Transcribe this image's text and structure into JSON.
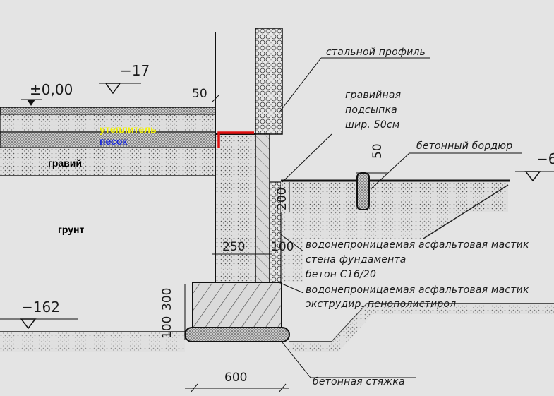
{
  "levels": {
    "zero": "±0,00",
    "minus17": "−17",
    "minus6": "−6",
    "minus162": "−162"
  },
  "dims": {
    "d50_top": "50",
    "d50_border": "50",
    "d200": "200",
    "d250": "250",
    "d100_wall": "100",
    "d300": "300",
    "d100_base": "100",
    "d600": "600"
  },
  "labels": {
    "steel_profile": "стальной профиль",
    "gravel_fill": [
      "гравийная",
      "подсыпка",
      "шир. 50см"
    ],
    "concrete_border": "бетонный бордюр",
    "waterproof_mastic_1": "водонепроницаемая асфальтовая мастик",
    "foundation_wall": "стена фундамента",
    "concrete_grade": "бетон С16/20",
    "waterproof_mastic_2": "водонепроницаемая асфальтовая мастик",
    "eps": "экструдир. пенополистирол",
    "concrete_screed": "бетонная стяжка"
  },
  "annotations": {
    "insulation": "утеплитель",
    "sand": "песок",
    "gravel": "гравий",
    "soil": "грунт"
  },
  "colors": {
    "insulation": "#f2f200",
    "sand": "#1d2bd8",
    "marker": "#e01010",
    "ink": "#1a1a1a"
  }
}
